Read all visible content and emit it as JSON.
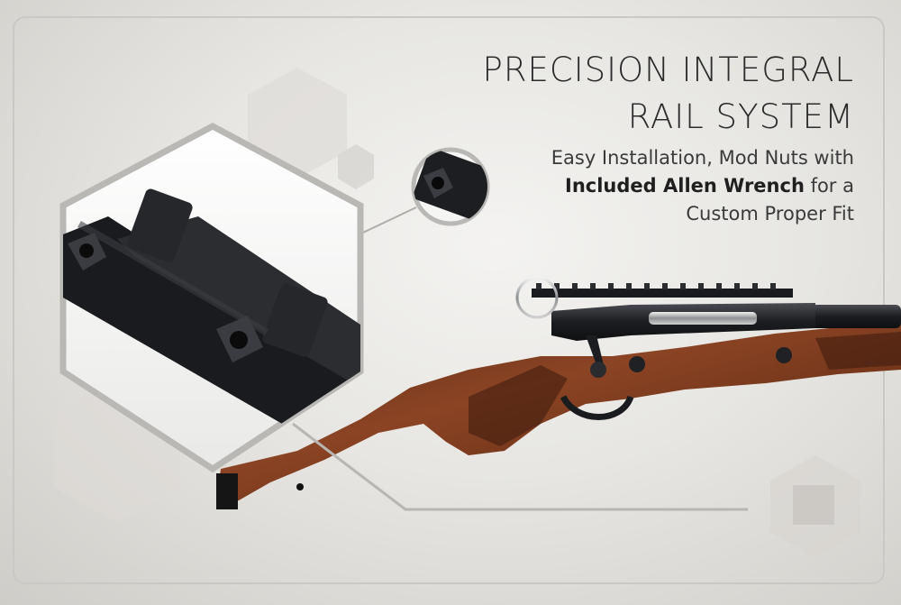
{
  "headline": {
    "line1": "PRECISION INTEGRAL",
    "line2": "RAIL SYSTEM"
  },
  "subtitle": {
    "line1": "Easy Installation, Mod Nuts with",
    "line2_bold": "Included Allen Wrench",
    "line2_rest": " for a",
    "line3": "Custom Proper Fit"
  },
  "colors": {
    "background": "#e7e6e2",
    "wood": "#7a3a1f",
    "metal": "#1e1f22",
    "frame": "#c9c8c5"
  }
}
